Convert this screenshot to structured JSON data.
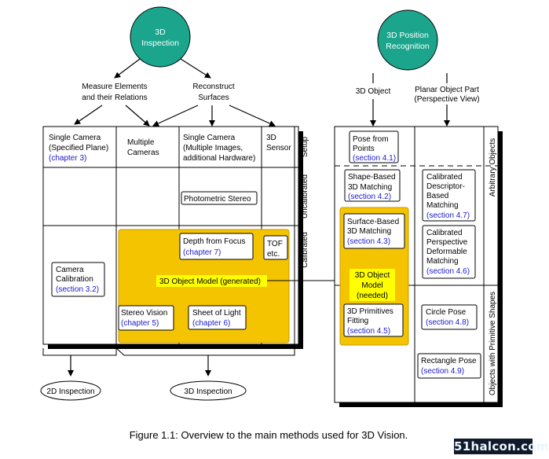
{
  "top_nodes": {
    "inspection": [
      "3D",
      "Inspection"
    ],
    "position": [
      "3D Position",
      "Recognition"
    ]
  },
  "branches": {
    "measure": [
      "Measure Elements",
      "and their Relations"
    ],
    "reconstruct": [
      "Reconstruct",
      "Surfaces"
    ],
    "object3d": [
      "3D Object"
    ],
    "planar": [
      "Planar Object Part",
      "(Perspective View)"
    ]
  },
  "left_columns": {
    "single_camera": [
      "Single Camera",
      "(Specified Plane)"
    ],
    "single_camera_ref": "(chapter 3)",
    "multiple_cameras": [
      "Multiple",
      "Cameras"
    ],
    "single_camera_multi": [
      "Single Camera",
      "(Multiple Images,",
      "additional Hardware)"
    ],
    "sensor": [
      "3D",
      "Sensor"
    ]
  },
  "rows": {
    "setup": "Setup",
    "uncalibrated": "Uncalibrated",
    "calibrated": "Calibrated"
  },
  "left_boxes": {
    "photometric": "Photometric Stereo",
    "depth": [
      "Depth from Focus",
      "(chapter 7)"
    ],
    "tof": [
      "TOF",
      "etc."
    ],
    "model_generated": "3D Object Model (generated)",
    "camera_cal": [
      "Camera",
      "Calibration",
      "(section 3.2)"
    ],
    "stereo": [
      "Stereo Vision",
      "(chapter 5)"
    ],
    "sheet": [
      "Sheet of Light",
      "(chapter 6)"
    ]
  },
  "outputs": {
    "inspection2d": "2D Inspection",
    "inspection3d": "3D Inspection"
  },
  "right_side": {
    "arbitrary": "Arbitrary Objects",
    "primitive": "Objects with Primitive Shapes",
    "pose_points": [
      "Pose from",
      "Points",
      "(section 4.1)"
    ],
    "shape_matching": [
      "Shape-Based",
      "3D Matching",
      "(section 4.2)"
    ],
    "surface_matching": [
      "Surface-Based",
      "3D Matching",
      "(section 4.3)"
    ],
    "model_needed": [
      "3D Object",
      "Model",
      "(needed)"
    ],
    "primitives": [
      "3D Primitives",
      "Fitting",
      "(section 4.5)"
    ],
    "descriptor": [
      "Calibrated",
      "Descriptor-",
      "Based",
      "Matching",
      "(section 4.7)"
    ],
    "deformable": [
      "Calibrated",
      "Perspective",
      "Deformable",
      "Matching",
      "(section 4.6)"
    ],
    "circle": [
      "Circle Pose",
      "(section 4.8)"
    ],
    "rectangle": [
      "Rectangle Pose",
      "(section 4.9)"
    ]
  },
  "caption": "Figure 1.1: Overview to the main methods used for 3D Vision.",
  "watermark": "51halcon.com",
  "colors": {
    "teal": "#1aa58c",
    "yellow": "#f5c400",
    "label_yellow": "#ffff00",
    "blue_text": "#1a1acc"
  }
}
